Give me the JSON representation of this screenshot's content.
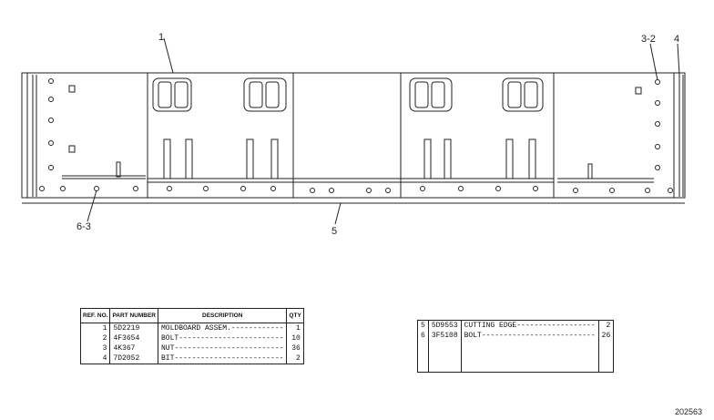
{
  "callouts": {
    "c1": "1",
    "c32": "3-2",
    "c4": "4",
    "c5": "5",
    "c63": "6-3"
  },
  "parts_table_left": {
    "headers": {
      "ref": "REF. NO.",
      "part": "PART NUMBER",
      "description": "DESCRIPTION",
      "qty": "QTY"
    },
    "rows": [
      {
        "ref": "1",
        "part": "5D2219",
        "description": "MOLDBOARD ASSEM.------------",
        "qty": "1"
      },
      {
        "ref": "2",
        "part": "4F3654",
        "description": "BOLT------------------------",
        "qty": "10"
      },
      {
        "ref": "3",
        "part": "4K367",
        "description": "NUT-------------------------",
        "qty": "36"
      },
      {
        "ref": "4",
        "part": "7D2052",
        "description": "BIT-------------------------",
        "qty": "2"
      }
    ]
  },
  "parts_table_right": {
    "rows": [
      {
        "ref": "5",
        "part": "5D9553",
        "description": "CUTTING EDGE------------------",
        "qty": "2"
      },
      {
        "ref": "6",
        "part": "3F5108",
        "description": "BOLT--------------------------",
        "qty": "26"
      }
    ]
  },
  "drawing_number": "202563"
}
